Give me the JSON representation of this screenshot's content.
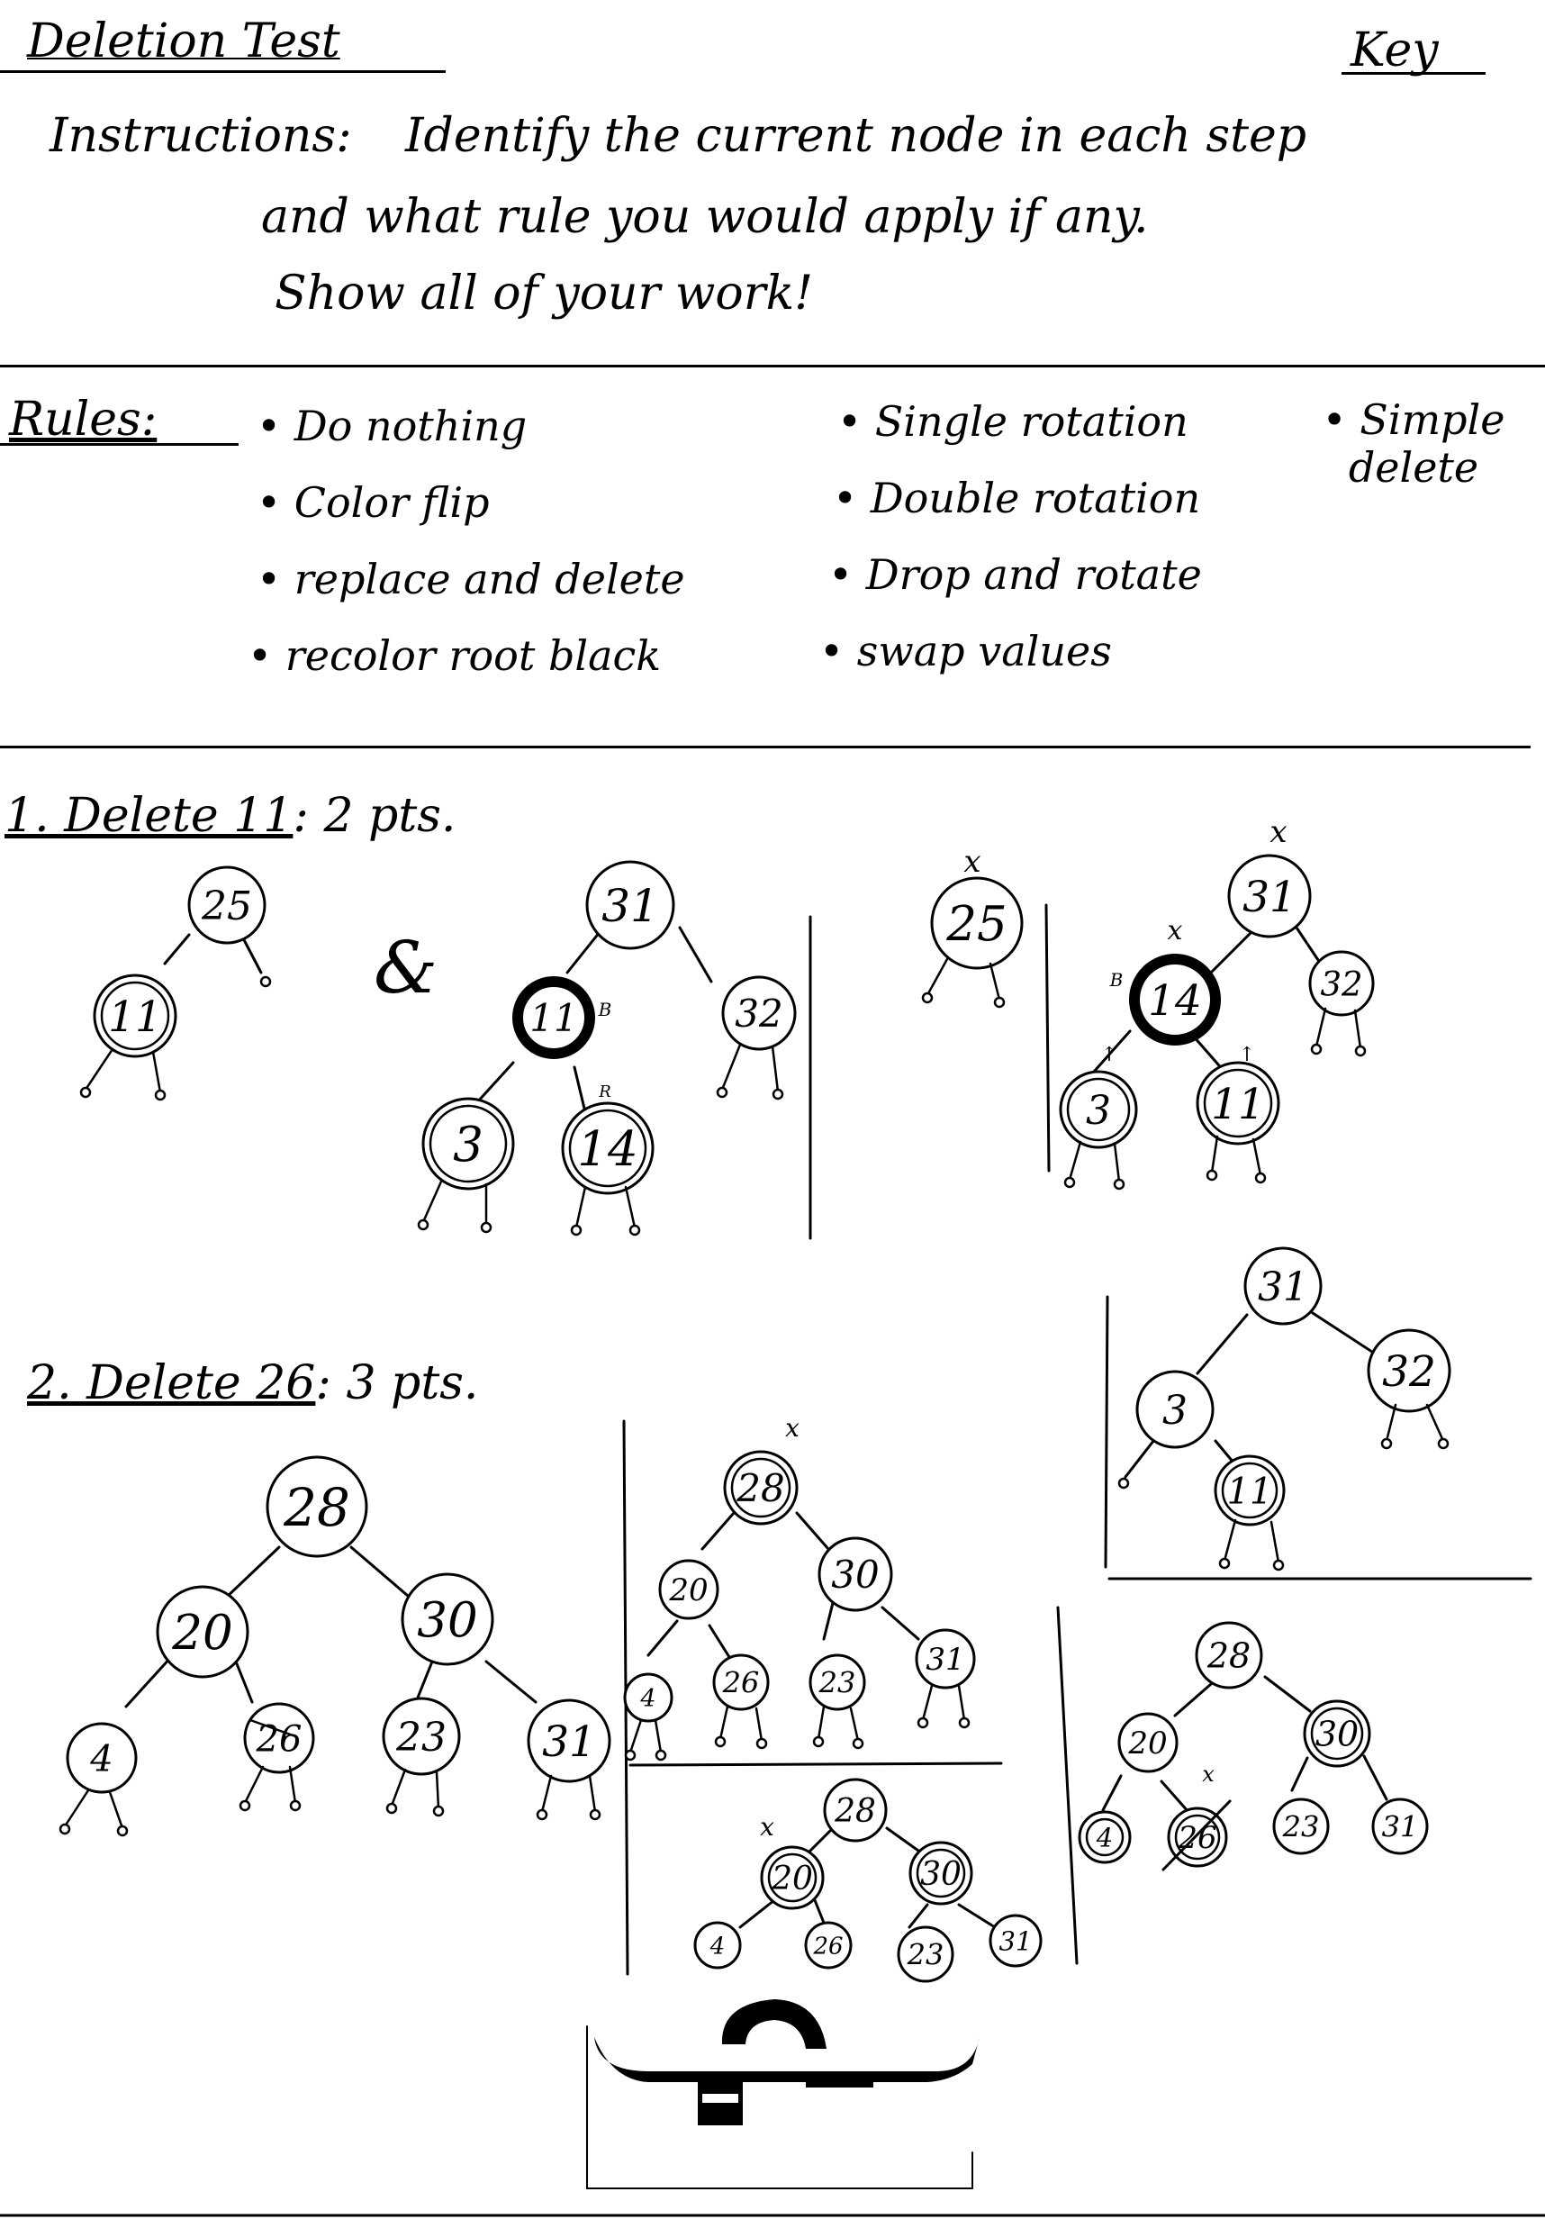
{
  "header": {
    "title": "Deletion Test",
    "key_label": "Key"
  },
  "instructions": {
    "label": "Instructions:",
    "line1": "Identify the current node in each step",
    "line2": "and what rule you would apply if any.",
    "line3": "Show all of your work!"
  },
  "rules": {
    "label": "Rules:",
    "items": [
      "Do nothing",
      "Color flip",
      "replace and delete",
      "recolor root black",
      "Single rotation",
      "Double rotation",
      "Drop and rotate",
      "swap values",
      "Simple delete"
    ]
  },
  "problem1": {
    "label": "1. Delete 11",
    "points": ": 2 pts.",
    "ampersand": "&"
  },
  "problem2": {
    "label": "2. Delete 26",
    "points": ": 3 pts."
  },
  "marks": {
    "x": "x",
    "b": "B",
    "r": "R"
  },
  "trees": {
    "p1_tree_a": [
      "25",
      "11"
    ],
    "p1_tree_b": [
      "31",
      "11",
      "32",
      "3",
      "14"
    ],
    "p1_step_a": [
      "25"
    ],
    "p1_step_b": [
      "31",
      "14",
      "32",
      "3",
      "11"
    ],
    "p1_result": [
      "31",
      "3",
      "32",
      "11"
    ],
    "p2_initial": [
      "28",
      "20",
      "30",
      "4",
      "26",
      "23",
      "31"
    ],
    "p2_step1": [
      "28",
      "20",
      "30",
      "4",
      "26",
      "23",
      "31"
    ],
    "p2_step2": [
      "28",
      "20",
      "30",
      "4",
      "26",
      "23",
      "31"
    ],
    "p2_result": [
      "28",
      "20",
      "30",
      "4",
      "26",
      "23",
      "31"
    ]
  }
}
